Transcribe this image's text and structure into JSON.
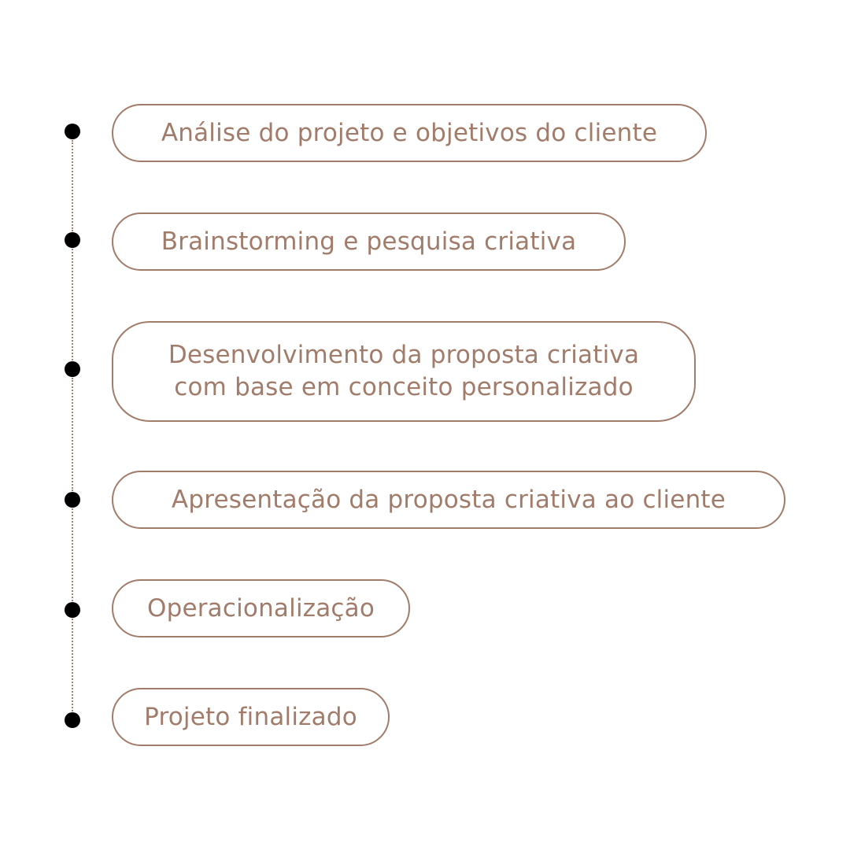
{
  "colors": {
    "accent": "#a27c6b",
    "dot": "#000000",
    "connector": "#a48377",
    "background": "#ffffff"
  },
  "steps": [
    {
      "label": "Análise do projeto e objetivos do cliente"
    },
    {
      "label": "Brainstorming e pesquisa criativa"
    },
    {
      "label": "Desenvolvimento da proposta criativa\ncom base em conceito personalizado"
    },
    {
      "label": "Apresentação da proposta criativa ao cliente"
    },
    {
      "label": "Operacionalização"
    },
    {
      "label": "Projeto finalizado"
    }
  ]
}
